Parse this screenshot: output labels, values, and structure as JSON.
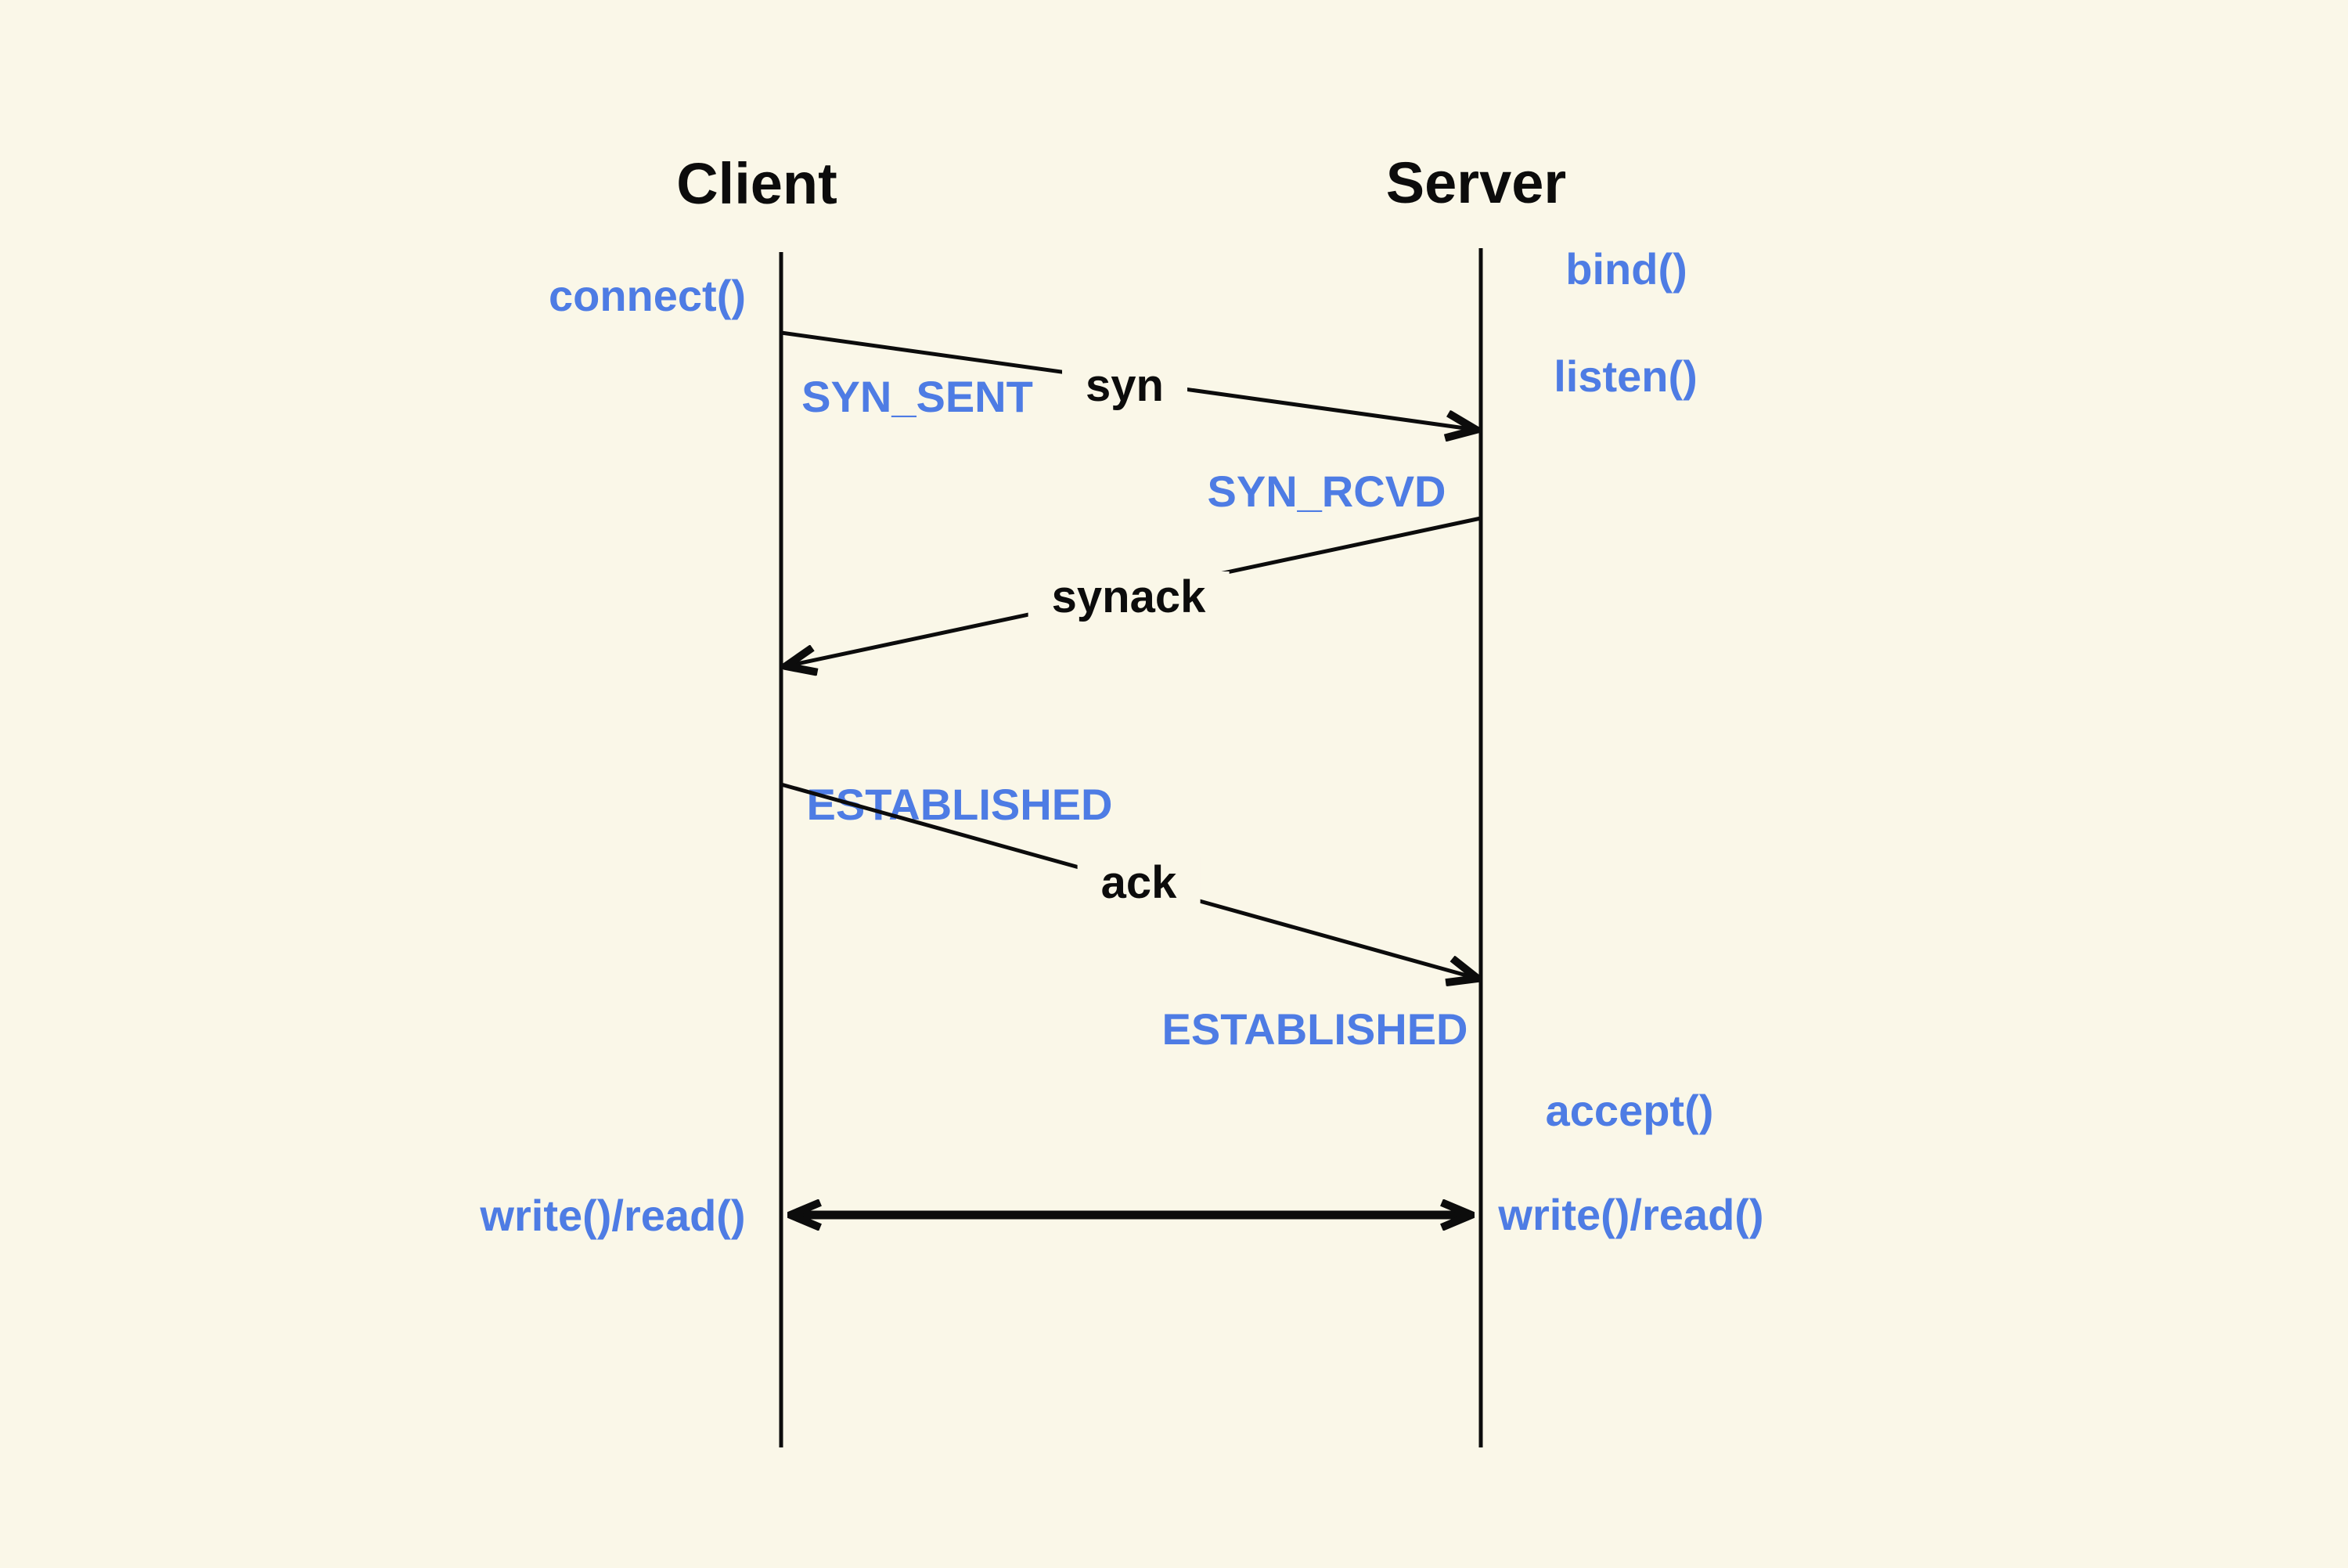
{
  "palette": {
    "background": "#FAF7E8",
    "blue": "#4E7CE4",
    "ink": "#0C0C0C"
  },
  "lanes": {
    "client": {
      "title": "Client",
      "annotations": {
        "connect": "connect()",
        "syn_sent": "SYN_SENT",
        "established": "ESTABLISHED",
        "write_read": "write()/read()"
      }
    },
    "server": {
      "title": "Server",
      "annotations": {
        "bind": "bind()",
        "listen": "listen()",
        "syn_rcvd": "SYN_RCVD",
        "established": "ESTABLISHED",
        "accept": "accept()",
        "write_read": "write()/read()"
      }
    }
  },
  "messages": {
    "syn": "syn",
    "synack": "synack",
    "ack": "ack"
  }
}
